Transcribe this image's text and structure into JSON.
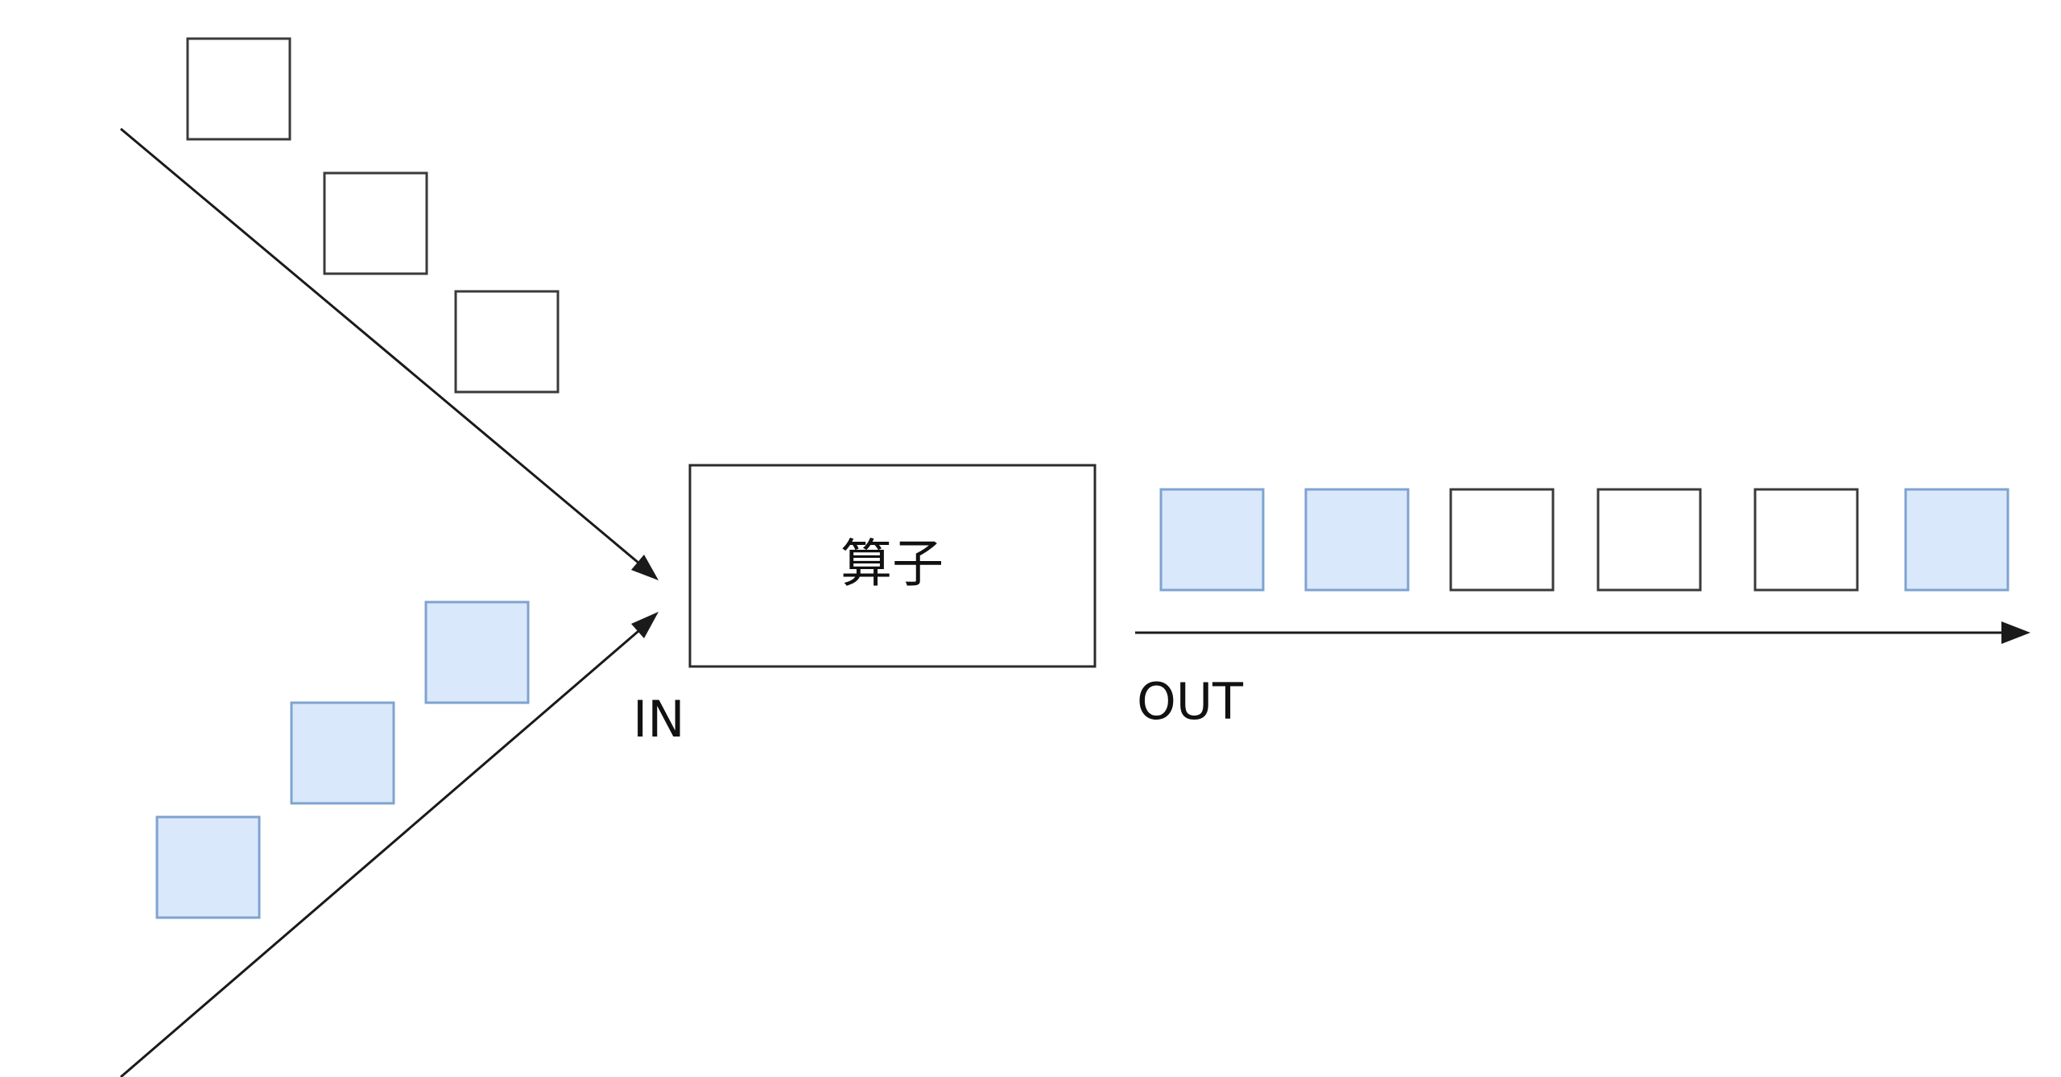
{
  "diagram": {
    "operator_label": "算子",
    "input_label": "IN",
    "output_label": "OUT",
    "colors": {
      "plain_element_fill": "#ffffff",
      "plain_element_stroke": "#3a3a3a",
      "blue_element_fill": "#dae8fc",
      "blue_element_stroke": "#7ea3cf",
      "line": "#1a1a1a"
    },
    "upper_input_stream": [
      "white",
      "white",
      "white"
    ],
    "lower_input_stream": [
      "blue",
      "blue",
      "blue"
    ],
    "output_stream": [
      "blue",
      "blue",
      "white",
      "white",
      "white",
      "blue"
    ]
  }
}
